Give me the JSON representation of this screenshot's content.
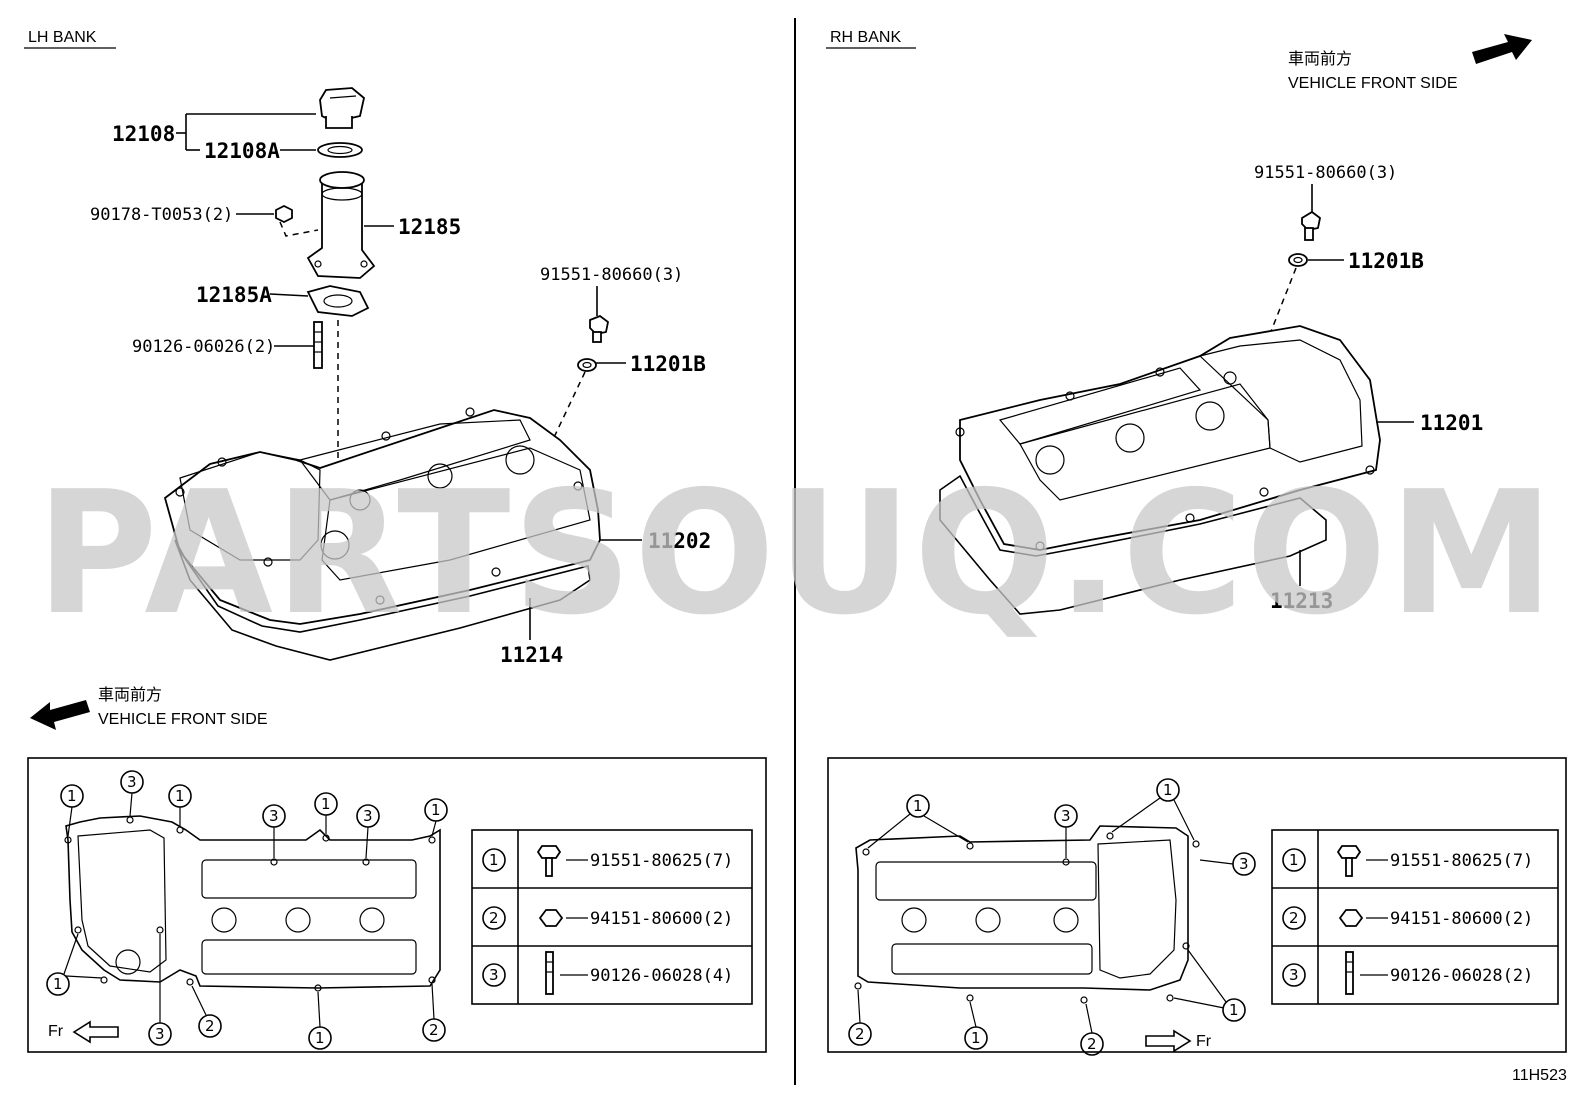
{
  "diagram": {
    "catalog_code": "11H523",
    "watermark": "PARTSOUQ.COM",
    "lh_bank": {
      "title": "LH BANK",
      "front_label_jp": "車両前方",
      "front_label_en": "VEHICLE FRONT SIDE",
      "callouts": {
        "p12108": "12108",
        "p12108a": "12108A",
        "p90178": "90178-T0053(2)",
        "p12185": "12185",
        "p12185a": "12185A",
        "p90126": "90126-06026(2)",
        "p91551": "91551-80660(3)",
        "p11201b": "11201B",
        "p11202": "11202",
        "p11214": "11214"
      },
      "fr_label": "Fr",
      "legend": [
        {
          "num": "1",
          "part": "91551-80625(7)",
          "icon": "flange-bolt-icon"
        },
        {
          "num": "2",
          "part": "94151-80600(2)",
          "icon": "nut-icon"
        },
        {
          "num": "3",
          "part": "90126-06028(4)",
          "icon": "stud-bolt-icon"
        }
      ]
    },
    "rh_bank": {
      "title": "RH BANK",
      "front_label_jp": "車両前方",
      "front_label_en": "VEHICLE FRONT SIDE",
      "callouts": {
        "p91551": "91551-80660(3)",
        "p11201b": "11201B",
        "p11201": "11201",
        "p11213": "11213"
      },
      "fr_label": "Fr",
      "legend": [
        {
          "num": "1",
          "part": "91551-80625(7)",
          "icon": "flange-bolt-icon"
        },
        {
          "num": "2",
          "part": "94151-80600(2)",
          "icon": "nut-icon"
        },
        {
          "num": "3",
          "part": "90126-06028(2)",
          "icon": "stud-bolt-icon"
        }
      ]
    }
  }
}
